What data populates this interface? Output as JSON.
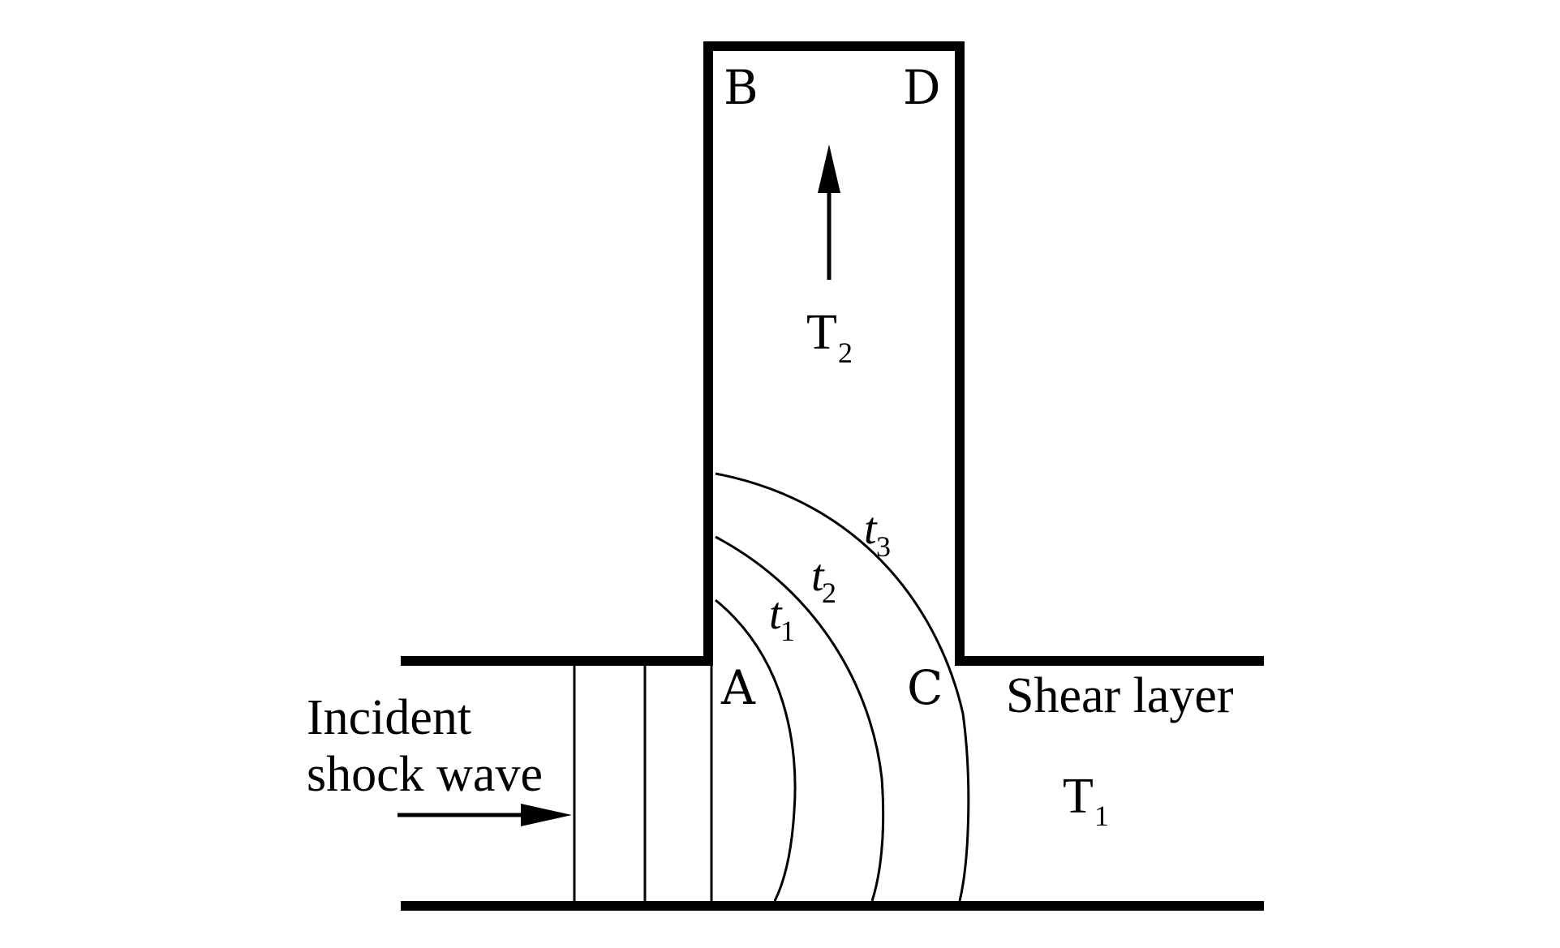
{
  "diagram": {
    "points": {
      "a": "A",
      "b": "B",
      "c": "C",
      "d": "D"
    },
    "regions": {
      "t2_main": "T",
      "t2_sub": "2",
      "t1_main": "T",
      "t1_sub": "1"
    },
    "wavefronts": [
      {
        "main": "t",
        "sub": "1"
      },
      {
        "main": "t",
        "sub": "2"
      },
      {
        "main": "t",
        "sub": "3"
      }
    ],
    "annotations": {
      "shear_layer": "Shear layer",
      "incident_line1": "Incident",
      "incident_line2": "shock wave"
    }
  }
}
